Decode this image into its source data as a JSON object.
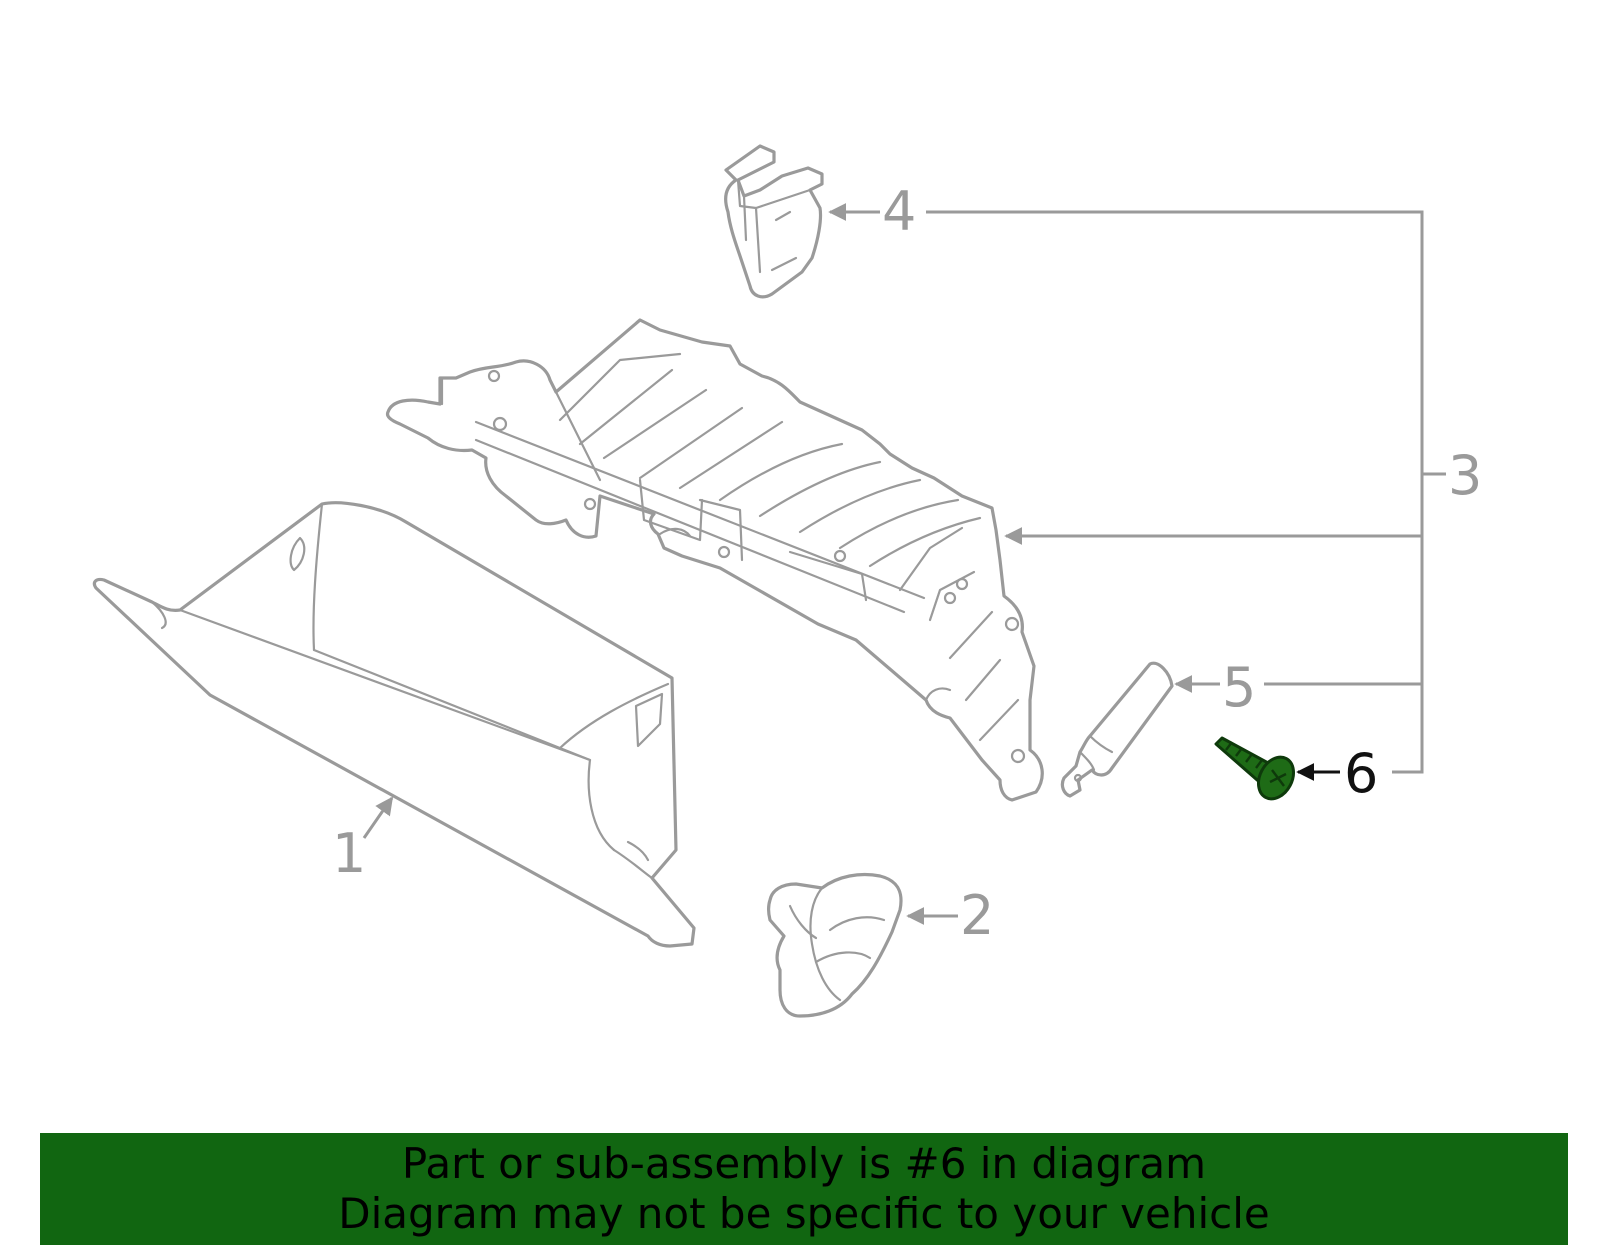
{
  "colors": {
    "line_art": "#9a9a9a",
    "highlight_part": "#1e6b16",
    "highlight_text": "#111111",
    "banner_background": "#116611",
    "banner_text": "#000000"
  },
  "callouts": [
    {
      "id": "1",
      "label": "1"
    },
    {
      "id": "2",
      "label": "2"
    },
    {
      "id": "3",
      "label": "3"
    },
    {
      "id": "4",
      "label": "4"
    },
    {
      "id": "5",
      "label": "5"
    },
    {
      "id": "6",
      "label": "6",
      "highlighted": true
    }
  ],
  "banner": {
    "line1": "Part or sub-assembly is #6 in diagram",
    "line2": "Diagram may not be specific to your vehicle"
  }
}
